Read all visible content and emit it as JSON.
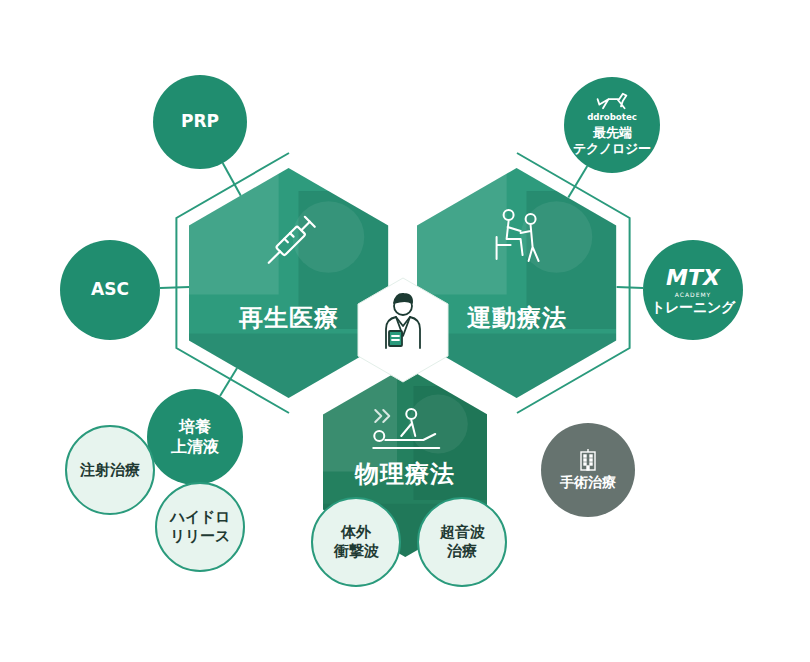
{
  "diagram": {
    "nodes": [
      {
        "text": [
          "PRP"
        ]
      },
      {
        "text": [
          "ddrobotec",
          "最先端 テクノロジー"
        ]
      },
      {
        "text": [
          "再生医療"
        ]
      },
      {
        "text": [
          "運動療法"
        ]
      },
      {
        "text": [
          "ASC"
        ]
      },
      {
        "text": [
          "MTX",
          "ACADEMY",
          "トレーニング"
        ]
      },
      {
        "text": [
          "培養 上清液"
        ]
      },
      {
        "text": [
          "物理療法"
        ]
      },
      {
        "text": [
          "注射治療"
        ]
      },
      {
        "text": [
          "手術治療"
        ]
      },
      {
        "text": [
          "ハイドロ リリース"
        ]
      },
      {
        "text": [
          "体外 衝撃波"
        ]
      },
      {
        "text": [
          "超音波 治療"
        ]
      }
    ],
    "edges": [
      {
        "from": 0,
        "to": 2,
        "arrow": "none"
      },
      {
        "from": 4,
        "to": 2,
        "arrow": "none"
      },
      {
        "from": 6,
        "to": 2,
        "arrow": "none"
      },
      {
        "from": 1,
        "to": 3,
        "arrow": "none"
      },
      {
        "from": 5,
        "to": 3,
        "arrow": "none"
      }
    ]
  }
}
